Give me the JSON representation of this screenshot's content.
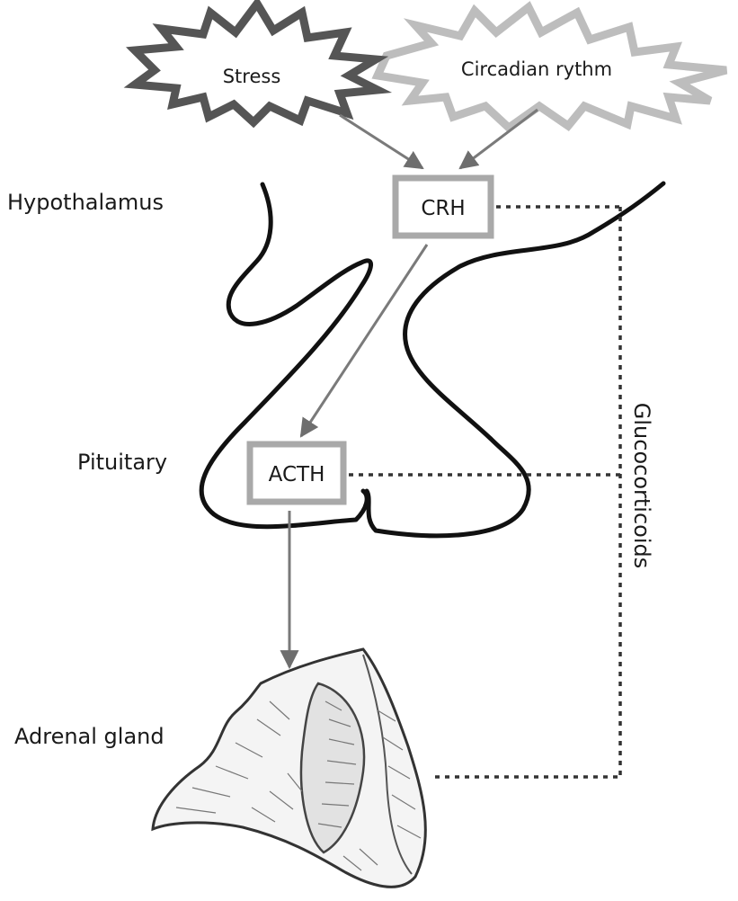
{
  "triggers": {
    "stress": "Stress",
    "circadian": "Circadian rythm"
  },
  "hormones": {
    "crh": "CRH",
    "acth": "ACTH"
  },
  "organs": {
    "hypothalamus": "Hypothalamus",
    "pituitary": "Pituitary",
    "adrenal": "Adrenal gland"
  },
  "feedback": {
    "label": "Glucocorticoids"
  },
  "colors": {
    "stress_burst": "#555555",
    "circadian_burst": "#bdbdbd",
    "box_border": "#a9a9a9",
    "arrow": "#7a7a7a",
    "outline": "#111111",
    "feedback_line": "#333333"
  }
}
